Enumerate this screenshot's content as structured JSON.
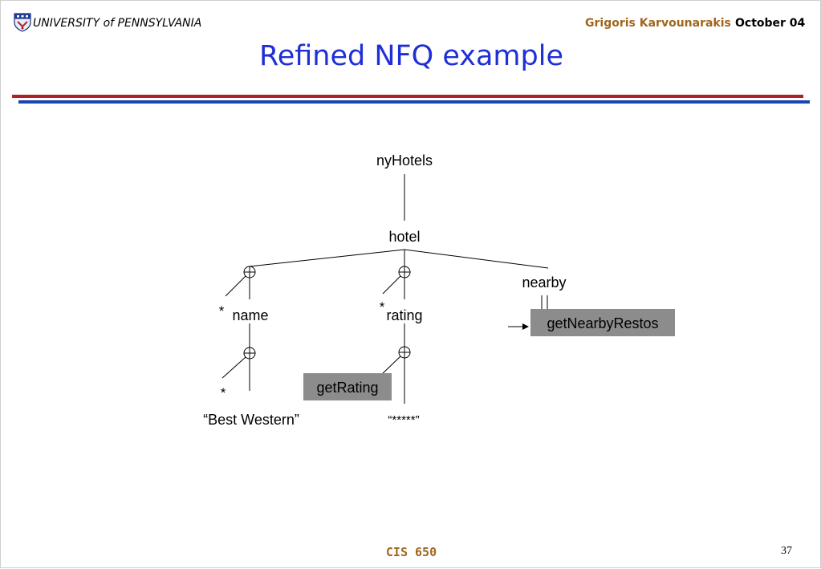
{
  "header": {
    "institution": "UNIVERSITY of PENNSYLVANIA",
    "author": "Grigoris Karvounarakis",
    "date": "October 04"
  },
  "title": "Refined NFQ example",
  "tree": {
    "root": "nyHotels",
    "child": "hotel",
    "branch_1": {
      "label": "name",
      "star": "*",
      "value_star": "*",
      "value": "“Best Western”"
    },
    "branch_2": {
      "label": "rating",
      "star": "*",
      "value": "“*****”",
      "function": "getRating"
    },
    "branch_3": {
      "label": "nearby",
      "function": "getNearbyRestos"
    }
  },
  "colors": {
    "title": "#1f2fd6",
    "rule_red": "#b0202a",
    "rule_blue": "#1c44b0",
    "function_box": "#8c8c8c",
    "author": "#a0661e"
  },
  "footer": {
    "course": "CIS 650",
    "page": "37"
  }
}
